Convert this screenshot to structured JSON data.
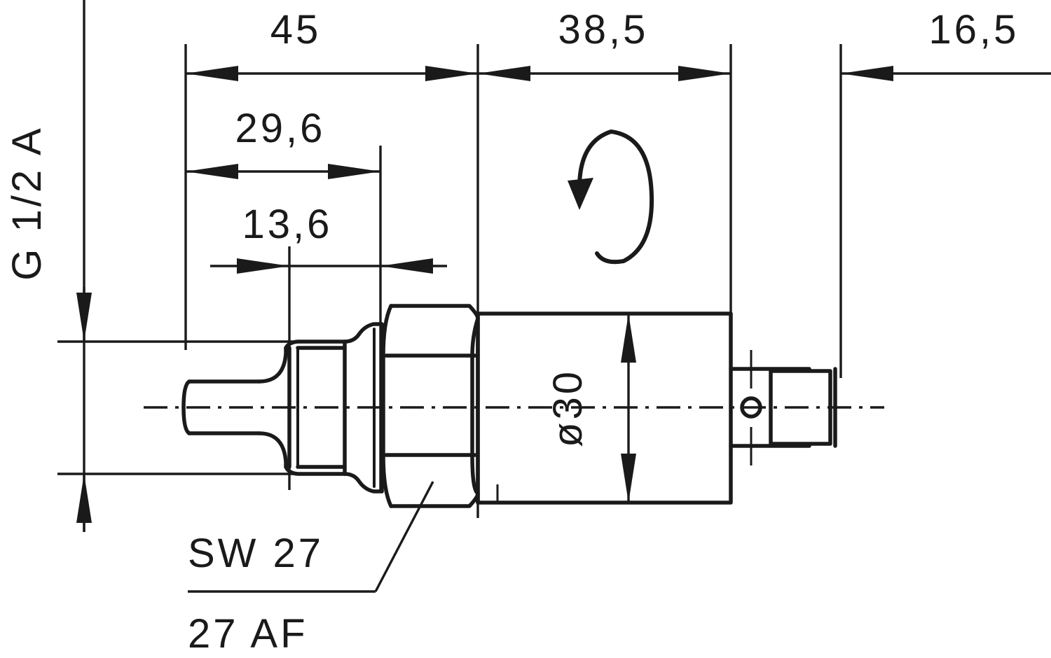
{
  "drawing": {
    "type": "technical-engineering-drawing",
    "subject": "pressure-sensor-transmitter-with-threaded-process-connection",
    "background_color": "#ffffff",
    "line_color": "#1a1a1a"
  },
  "dimensions": {
    "overall_left_length": "45",
    "body_length": "38,5",
    "connector_length": "16,5",
    "thread_to_shoulder": "29,6",
    "thread_length": "13,6",
    "body_diameter": "ø30"
  },
  "annotations": {
    "thread_spec": "G 1/2 A",
    "wrench_size_metric": "SW 27",
    "wrench_size_imperial": "27 AF",
    "rotation_symbol": "rotation-arrow"
  },
  "labels": {
    "dim_45": "45",
    "dim_385": "38,5",
    "dim_165": "16,5",
    "dim_296": "29,6",
    "dim_136": "13,6",
    "dim_d30": "ø30",
    "thread": "G 1/2 A",
    "sw27": "SW 27",
    "af27": "27 AF"
  }
}
